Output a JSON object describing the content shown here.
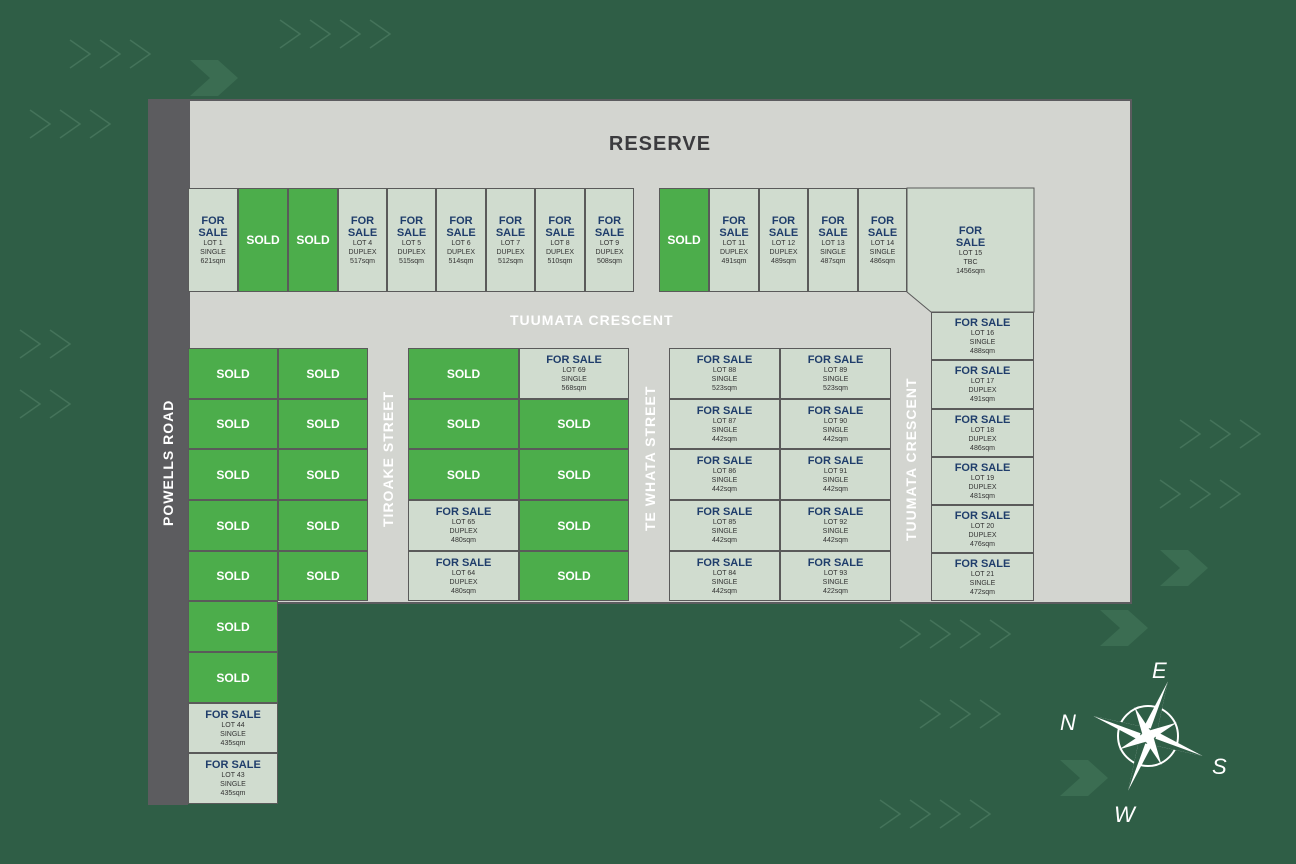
{
  "reserve": {
    "label": "RESERVE"
  },
  "streets": {
    "tuumata_top": "TUUMATA CRESCENT",
    "tuumata_side": "TUUMATA CRESCENT",
    "powells": "POWELLS ROAD",
    "tiroake": "TIROAKE STREET",
    "te_whata": "TE WHATA STREET"
  },
  "lots": {
    "lot1": {
      "status": "FOR SALE",
      "lot": "LOT 1",
      "type": "SINGLE",
      "size": "621sqm"
    },
    "lot2": {
      "status": "SOLD"
    },
    "lot3": {
      "status": "SOLD"
    },
    "lot4": {
      "status": "FOR SALE",
      "lot": "LOT 4",
      "type": "DUPLEX",
      "size": "517sqm"
    },
    "lot5": {
      "status": "FOR SALE",
      "lot": "LOT 5",
      "type": "DUPLEX",
      "size": "515sqm"
    },
    "lot6": {
      "status": "FOR SALE",
      "lot": "LOT 6",
      "type": "DUPLEX",
      "size": "514sqm"
    },
    "lot7": {
      "status": "FOR SALE",
      "lot": "LOT 7",
      "type": "DUPLEX",
      "size": "512sqm"
    },
    "lot8": {
      "status": "FOR SALE",
      "lot": "LOT 8",
      "type": "DUPLEX",
      "size": "510sqm"
    },
    "lot9": {
      "status": "FOR SALE",
      "lot": "LOT 9",
      "type": "DUPLEX",
      "size": "508sqm"
    },
    "lot10": {
      "status": "SOLD"
    },
    "lot11": {
      "status": "FOR SALE",
      "lot": "LOT 11",
      "type": "DUPLEX",
      "size": "491sqm"
    },
    "lot12": {
      "status": "FOR SALE",
      "lot": "LOT 12",
      "type": "DUPLEX",
      "size": "489sqm"
    },
    "lot13": {
      "status": "FOR SALE",
      "lot": "LOT 13",
      "type": "SINGLE",
      "size": "487sqm"
    },
    "lot14": {
      "status": "FOR SALE",
      "lot": "LOT 14",
      "type": "SINGLE",
      "size": "486sqm"
    },
    "lot15": {
      "status": "FOR SALE",
      "lot": "LOT 15",
      "type": "TBC",
      "size": "1456sqm"
    },
    "lot16": {
      "status": "FOR SALE",
      "lot": "LOT 16",
      "type": "SINGLE",
      "size": "488sqm"
    },
    "lot17": {
      "status": "FOR SALE",
      "lot": "LOT 17",
      "type": "DUPLEX",
      "size": "491sqm"
    },
    "lot18": {
      "status": "FOR SALE",
      "lot": "LOT 18",
      "type": "DUPLEX",
      "size": "486sqm"
    },
    "lot19": {
      "status": "FOR SALE",
      "lot": "LOT 19",
      "type": "DUPLEX",
      "size": "481sqm"
    },
    "lot20": {
      "status": "FOR SALE",
      "lot": "LOT 20",
      "type": "DUPLEX",
      "size": "476sqm"
    },
    "lot21": {
      "status": "FOR SALE",
      "lot": "LOT 21",
      "type": "SINGLE",
      "size": "472sqm"
    },
    "a1": {
      "status": "SOLD"
    },
    "a2": {
      "status": "SOLD"
    },
    "a3": {
      "status": "SOLD"
    },
    "a4": {
      "status": "SOLD"
    },
    "a5": {
      "status": "SOLD"
    },
    "a6": {
      "status": "SOLD"
    },
    "a7": {
      "status": "SOLD"
    },
    "lot44": {
      "status": "FOR SALE",
      "lot": "LOT 44",
      "type": "SINGLE",
      "size": "435sqm"
    },
    "lot43": {
      "status": "FOR SALE",
      "lot": "LOT 43",
      "type": "SINGLE",
      "size": "435sqm"
    },
    "b1": {
      "status": "SOLD"
    },
    "b2": {
      "status": "SOLD"
    },
    "b3": {
      "status": "SOLD"
    },
    "b4": {
      "status": "SOLD"
    },
    "b5": {
      "status": "SOLD"
    },
    "c1": {
      "status": "SOLD"
    },
    "c2": {
      "status": "SOLD"
    },
    "c3": {
      "status": "SOLD"
    },
    "lot65": {
      "status": "FOR SALE",
      "lot": "LOT 65",
      "type": "DUPLEX",
      "size": "480sqm"
    },
    "lot64": {
      "status": "FOR SALE",
      "lot": "LOT 64",
      "type": "DUPLEX",
      "size": "480sqm"
    },
    "lot69": {
      "status": "FOR SALE",
      "lot": "LOT 69",
      "type": "SINGLE",
      "size": "568sqm"
    },
    "d2": {
      "status": "SOLD"
    },
    "d3": {
      "status": "SOLD"
    },
    "d4": {
      "status": "SOLD"
    },
    "d5": {
      "status": "SOLD"
    },
    "lot88": {
      "status": "FOR SALE",
      "lot": "LOT 88",
      "type": "SINGLE",
      "size": "523sqm"
    },
    "lot87": {
      "status": "FOR SALE",
      "lot": "LOT 87",
      "type": "SINGLE",
      "size": "442sqm"
    },
    "lot86": {
      "status": "FOR SALE",
      "lot": "LOT 86",
      "type": "SINGLE",
      "size": "442sqm"
    },
    "lot85": {
      "status": "FOR SALE",
      "lot": "LOT 85",
      "type": "SINGLE",
      "size": "442sqm"
    },
    "lot84": {
      "status": "FOR SALE",
      "lot": "LOT 84",
      "type": "SINGLE",
      "size": "442sqm"
    },
    "lot89": {
      "status": "FOR SALE",
      "lot": "LOT 89",
      "type": "SINGLE",
      "size": "523sqm"
    },
    "lot90": {
      "status": "FOR SALE",
      "lot": "LOT 90",
      "type": "SINGLE",
      "size": "442sqm"
    },
    "lot91": {
      "status": "FOR SALE",
      "lot": "LOT 91",
      "type": "SINGLE",
      "size": "442sqm"
    },
    "lot92": {
      "status": "FOR SALE",
      "lot": "LOT 92",
      "type": "SINGLE",
      "size": "442sqm"
    },
    "lot93": {
      "status": "FOR SALE",
      "lot": "LOT 93",
      "type": "SINGLE",
      "size": "422sqm"
    }
  },
  "compass": {
    "n": "N",
    "e": "E",
    "s": "S",
    "w": "W"
  },
  "colors": {
    "background": "#2f5e46",
    "sold": "#4cad4b",
    "for_sale": "#d0dccf",
    "road": "#5c5c5f",
    "reserve": "#d3d5d0",
    "for_sale_text": "#1f3d6b"
  }
}
